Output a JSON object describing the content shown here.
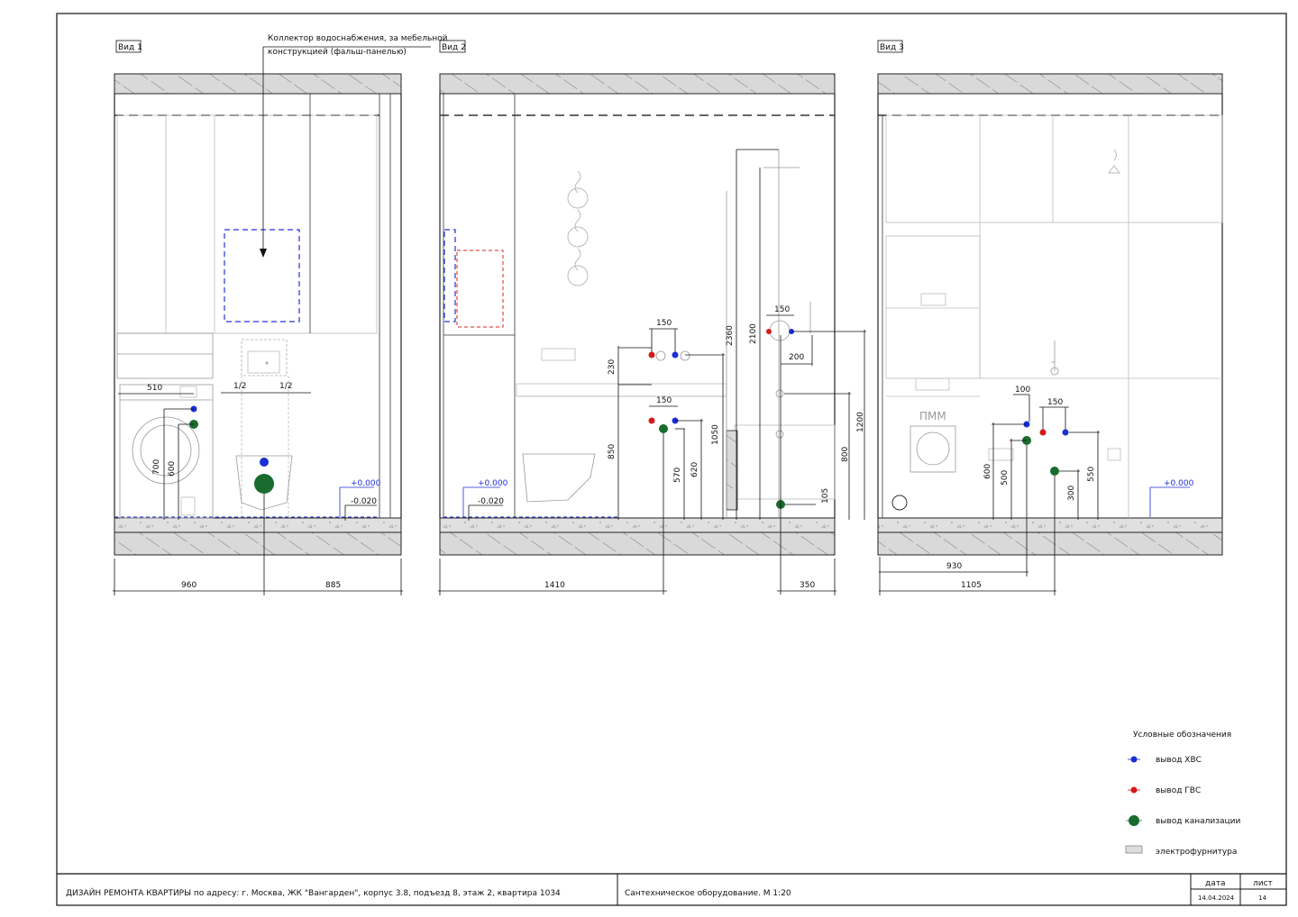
{
  "views": [
    {
      "label": "Вид 1"
    },
    {
      "label": "Вид 2"
    },
    {
      "label": "Вид 3"
    }
  ],
  "callout": {
    "line1": "Коллектор водоснабжения, за мебельной",
    "line2": "конструкцией (фальш-панелью)"
  },
  "view1": {
    "dims": {
      "d510": "510",
      "half_a": "1/2",
      "half_b": "1/2",
      "d700": "700",
      "d600": "600",
      "d960": "960",
      "d885": "885"
    },
    "levels": {
      "plus": "+0.000",
      "minus": "-0.020"
    }
  },
  "view2": {
    "dims": {
      "d150a": "150",
      "d230": "230",
      "d150b": "150",
      "d850": "850",
      "d1050": "1050",
      "d570": "570",
      "d620": "620",
      "d2360": "2360",
      "d2100": "2100",
      "d150c": "150",
      "d200": "200",
      "d1200": "1200",
      "d800": "800",
      "d105": "105",
      "d1410": "1410",
      "d350": "350"
    },
    "levels": {
      "plus": "+0.000",
      "minus": "-0.020"
    }
  },
  "view3": {
    "dims": {
      "d100": "100",
      "d150": "150",
      "d600": "600",
      "d500": "500",
      "d300": "300",
      "d550": "550",
      "d930": "930",
      "d1105": "1105"
    },
    "levels": {
      "plus": "+0.000"
    },
    "pmm_label": "ПММ"
  },
  "legend": {
    "title": "Условные обозначения",
    "items": [
      {
        "label": "вывод ХВС",
        "color": "#1a2fd6",
        "icon": "cold-water-outlet-icon"
      },
      {
        "label": "вывод ГВС",
        "color": "#d61a1a",
        "icon": "hot-water-outlet-icon"
      },
      {
        "label": "вывод канализации",
        "color": "#1a6b2e",
        "icon": "sewer-outlet-icon"
      },
      {
        "label": "электрофурнитура",
        "color": "#888888",
        "icon": "electrical-socket-icon"
      }
    ]
  },
  "title_block": {
    "project": "ДИЗАЙН РЕМОНТА КВАРТИРЫ по адресу: г. Москва, ЖК \"Вангарден\", корпус 3.8, подъезд 8, этаж 2, квартира 1034",
    "sheet_title": "Сантехническое оборудование. М 1:20",
    "date_label": "дата",
    "sheet_label": "лист",
    "date_value": "14.04.2024",
    "sheet_value": "14"
  },
  "colors": {
    "cold": "#1a2fd6",
    "hot": "#d61a1a",
    "sewer": "#1a6b2e",
    "level": "#1a2fd6"
  }
}
